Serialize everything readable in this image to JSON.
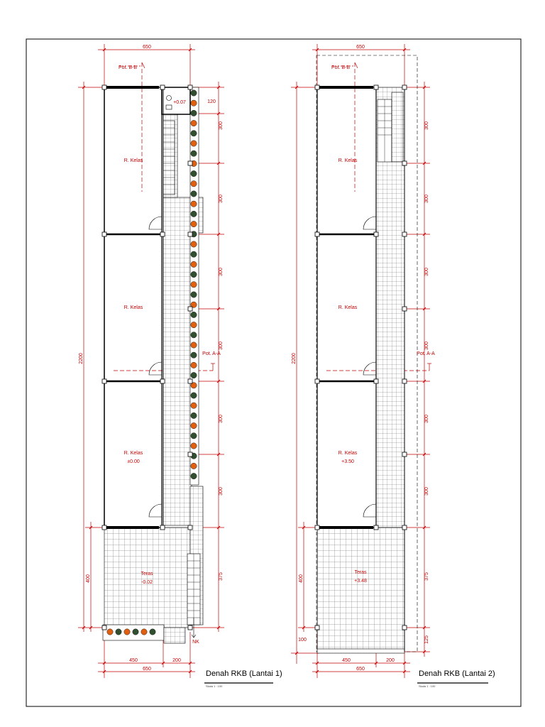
{
  "plan1": {
    "title": "Denah RKB (Lantai 1)",
    "scale": "Skala 1 : 100",
    "section_b": "Pot. B-B",
    "section_a": "Pot. A-A",
    "room1": "R. Kelas",
    "room2": "R. Kelas",
    "room3": "R. Kelas",
    "room3_level": "±0.00",
    "terrace": "Teras",
    "terrace_level": "-0.02",
    "wc_level": "+0.07",
    "north": "NK",
    "top_dim": "650",
    "total_dim": "2200",
    "terrace_dim": "400",
    "right_dims": [
      "120",
      "300",
      "300",
      "300",
      "300",
      "300",
      "300",
      "375"
    ],
    "bottom_dims": [
      "450",
      "200"
    ],
    "bottom_total": "650"
  },
  "plan2": {
    "title": "Denah RKB (Lantai 2)",
    "scale": "Skala 1 : 100",
    "section_b": "Pot. B-B",
    "section_a": "Pot. A-A",
    "room1": "R. Kelas",
    "room2": "R. Kelas",
    "room3": "R. Kelas",
    "room3_level": "+3.50",
    "terrace": "Teras",
    "terrace_level": "+3.48",
    "top_dim": "650",
    "total_dim": "2200",
    "terrace_dim": "400",
    "overhang_dim": "100",
    "right_dims": [
      "300",
      "300",
      "300",
      "300",
      "300",
      "300",
      "375",
      "125"
    ],
    "bottom_dims": [
      "450",
      "200"
    ],
    "bottom_total": "650"
  }
}
